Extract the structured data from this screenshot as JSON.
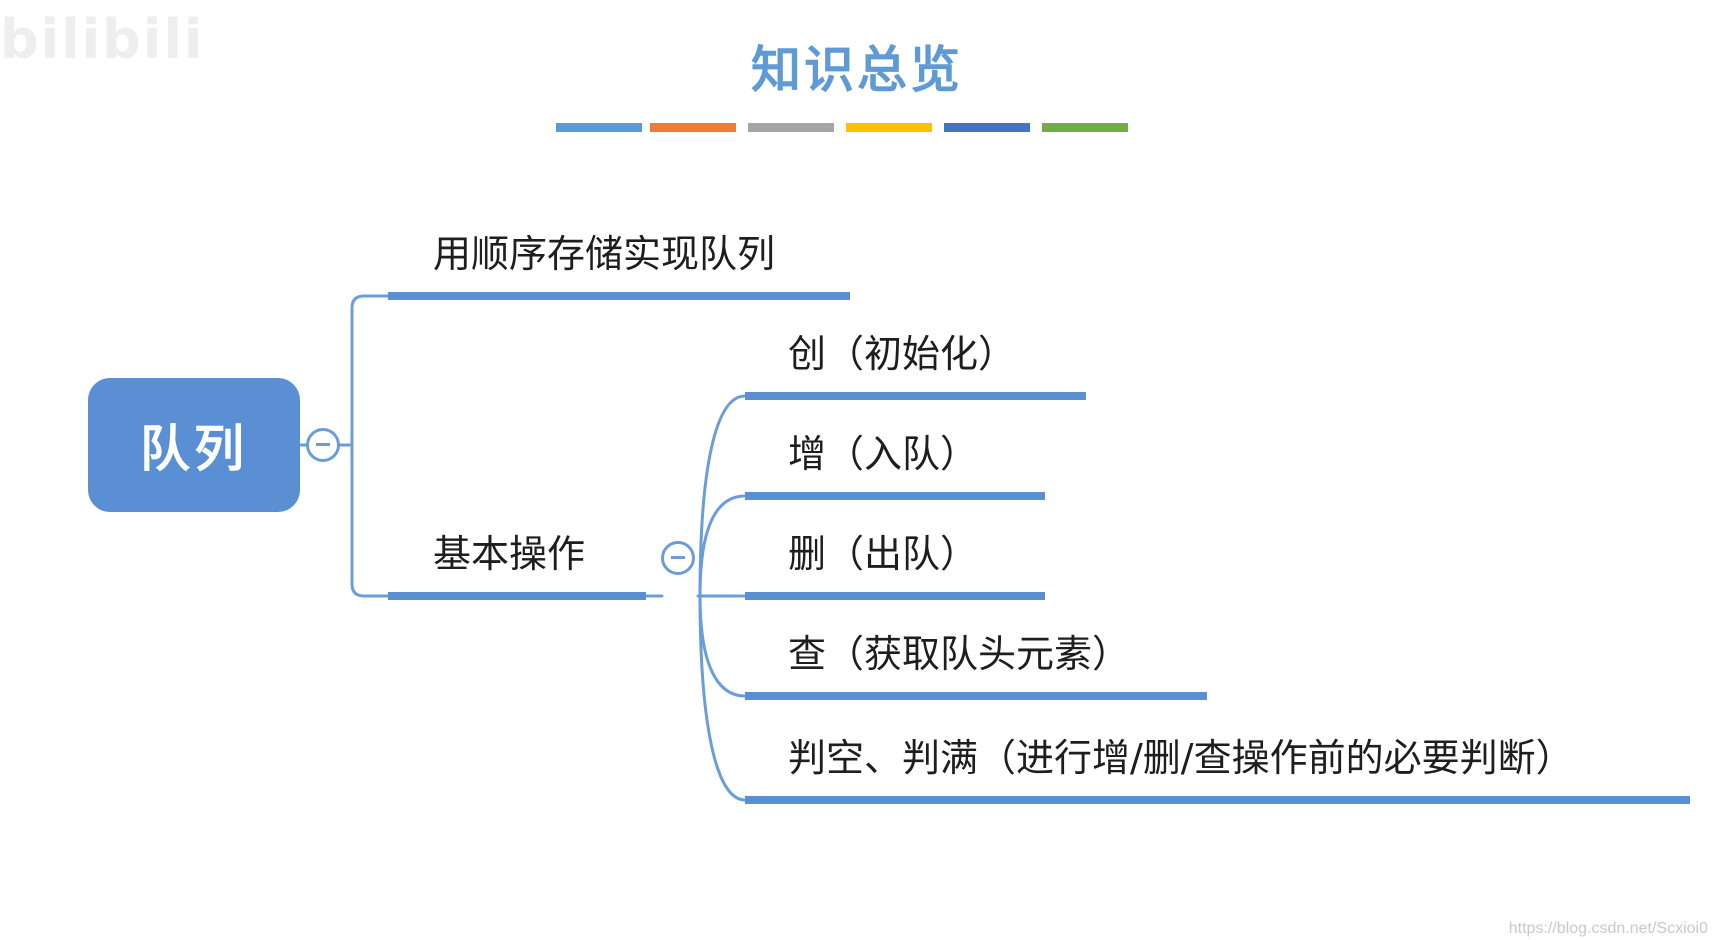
{
  "watermark": {
    "logo": "bilibili",
    "url": "https://blog.csdn.net/Scxioi0"
  },
  "title": "知识总览",
  "accent_colors": [
    "#5b9bd5",
    "#ed7d31",
    "#a5a5a5",
    "#ffc000",
    "#4472c4",
    "#70ad47"
  ],
  "node_color": "#5b8fd4",
  "line_color": "#6b9ed8",
  "root": {
    "label": "队列"
  },
  "branches": [
    {
      "label": "用顺序存储实现队列"
    },
    {
      "label": "基本操作",
      "children": [
        {
          "label": "创（初始化）"
        },
        {
          "label": "增（入队）"
        },
        {
          "label": "删（出队）"
        },
        {
          "label": "查（获取队头元素）"
        },
        {
          "label": "判空、判满（进行增/删/查操作前的必要判断）"
        }
      ]
    }
  ]
}
